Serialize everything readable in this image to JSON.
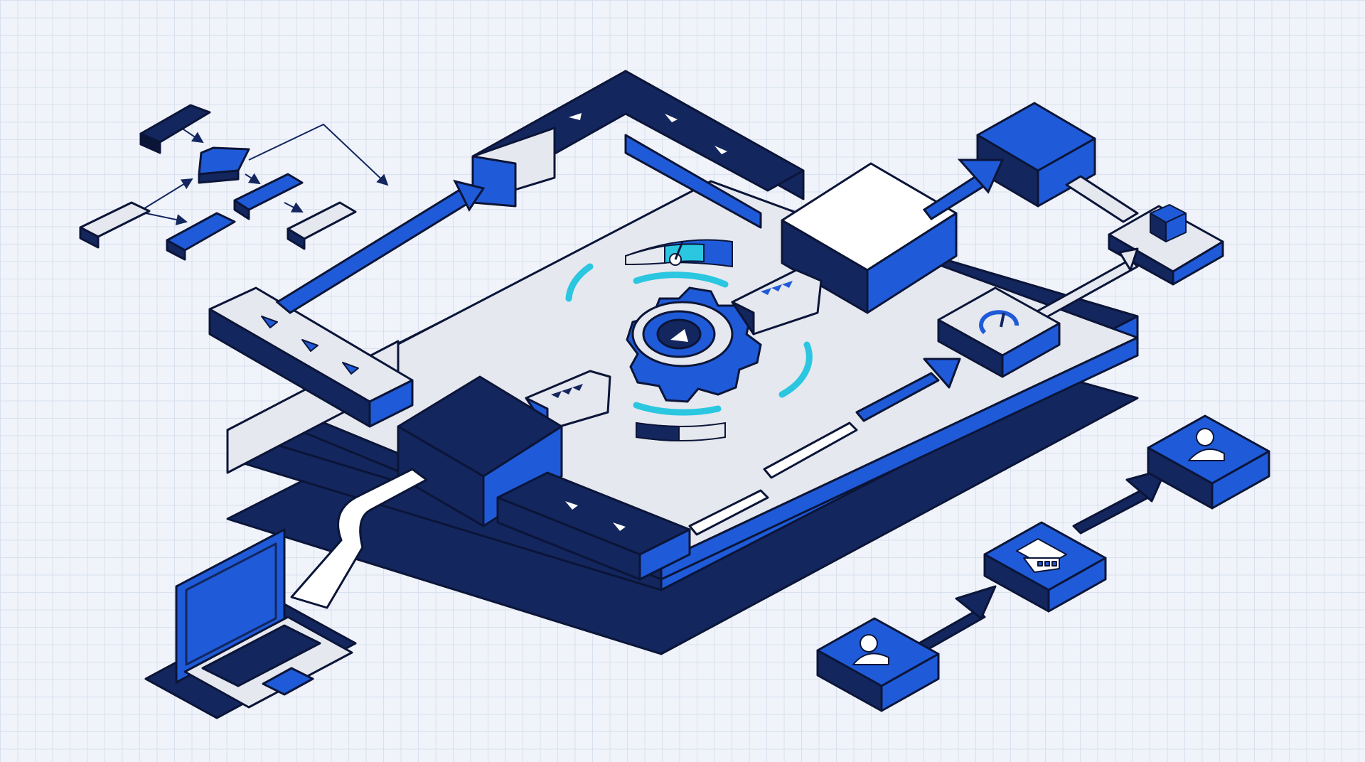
{
  "illustration": {
    "style": "isometric workflow diagram",
    "colors": {
      "navy": "#13265e",
      "blue": "#1f5bd8",
      "light_gray": "#e6e8ef",
      "white": "#ffffff",
      "cyan": "#2bc6e0",
      "outline": "#0b1538"
    }
  },
  "components": [
    {
      "name": "mini-flowchart",
      "icon": "flowchart-icon"
    },
    {
      "name": "workflow-platform",
      "icon": "platform-icon"
    },
    {
      "name": "central-gear",
      "icon": "gear-icon"
    },
    {
      "name": "speed-gauge",
      "icon": "gauge-icon"
    },
    {
      "name": "laptop",
      "icon": "laptop-icon"
    },
    {
      "name": "package-block",
      "icon": "box-icon"
    },
    {
      "name": "user-block-left",
      "icon": "user-icon"
    },
    {
      "name": "user-block-right",
      "icon": "user-icon"
    },
    {
      "name": "building-block",
      "icon": "building-icon"
    }
  ]
}
